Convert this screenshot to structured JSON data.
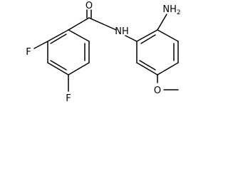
{
  "molecule": {
    "atoms": {
      "oxygen_carbonyl": "O",
      "amide_nitrogen": "NH",
      "amino_group": {
        "symbol": "NH",
        "subscript": "2"
      },
      "fluorine_top": "F",
      "fluorine_bottom": "F",
      "methoxy_oxygen": "O"
    }
  }
}
